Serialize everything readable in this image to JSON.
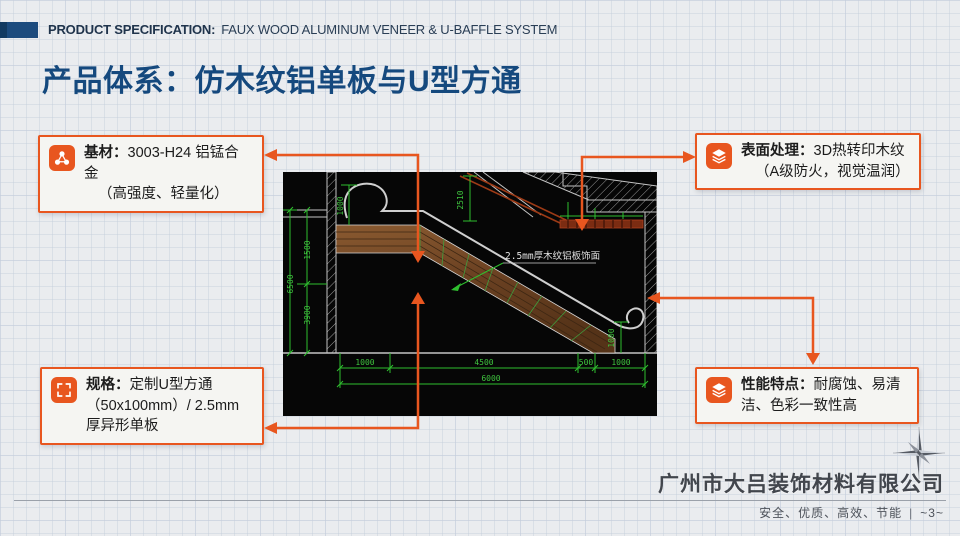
{
  "header": {
    "eyebrow_bold": "PRODUCT SPECIFICATION:",
    "eyebrow_light": "FAUX WOOD ALUMINUM VENEER & U-BAFFLE SYSTEM",
    "title": "产品体系：仿木纹铝单板与U型方通"
  },
  "callouts": {
    "material": {
      "label": "基材：",
      "line1": "3003-H24 铝锰合金",
      "line2": "（高强度、轻量化）",
      "icon": "share-nodes-icon"
    },
    "surface": {
      "label": "表面处理：",
      "line1": "3D热转印木纹",
      "line2": "（A级防火，视觉温润）",
      "icon": "layers-icon"
    },
    "spec": {
      "label": "规格：",
      "text": "定制U型方通（50x100mm）/ 2.5mm厚异形单板",
      "icon": "frame-corners-icon"
    },
    "performance": {
      "label": "性能特点：",
      "text": "耐腐蚀、易清洁、色彩一致性高",
      "icon": "layers-icon"
    }
  },
  "drawing": {
    "annotation": "2.5mm厚木纹铝板饰面",
    "dims": {
      "left_total": "6500",
      "left_lower": "3900",
      "left_upper": "1500",
      "landing_height": "1000",
      "top_height": "2510",
      "right_height": "1000",
      "bottom_1": "1000",
      "bottom_2": "4500",
      "bottom_3": "500",
      "bottom_4": "1000",
      "bottom_total": "6000"
    }
  },
  "footer": {
    "company": "广州市大吕装饰材料有限公司",
    "slogan": "安全、优质、高效、节能",
    "divider": "|",
    "page_number": "~3~"
  },
  "colors": {
    "accent_orange": "#E8561F",
    "title_blue": "#15497E",
    "header_bar_blue": "#1C4B7E",
    "cad_green": "#2FBE2F",
    "cad_background": "#060606",
    "wood_brown": "#7A4A28"
  }
}
